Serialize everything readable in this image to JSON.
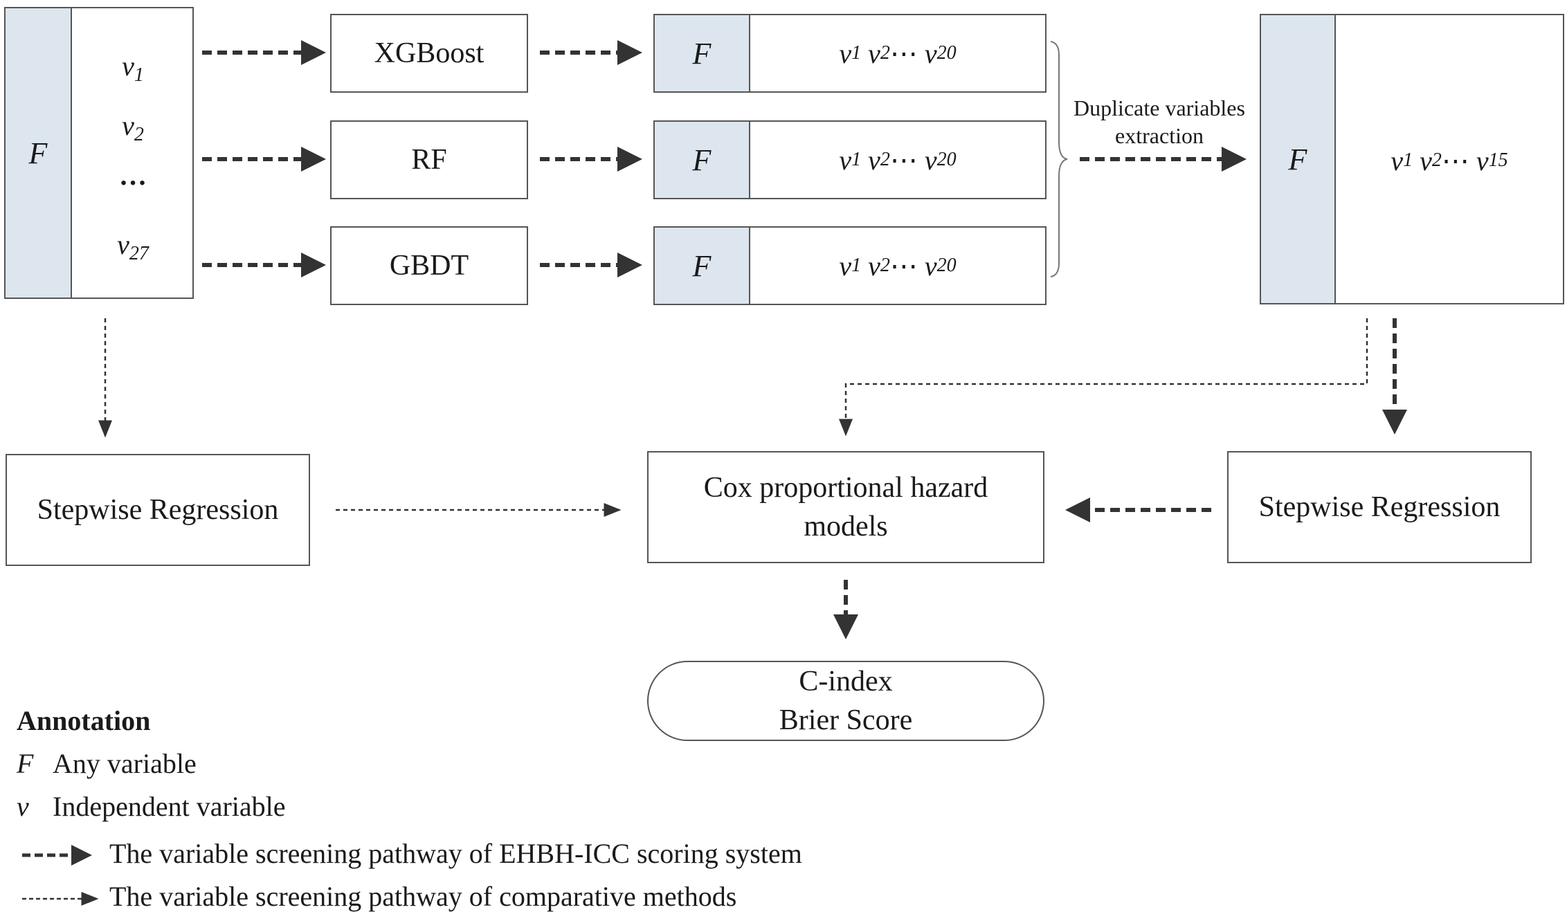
{
  "input_block": {
    "f_label": "F",
    "v1": "v",
    "v1_sub": "1",
    "v2": "v",
    "v2_sub": "2",
    "ellipsis": "…",
    "v27": "v",
    "v27_sub": "27"
  },
  "models": [
    {
      "label": "XGBoost"
    },
    {
      "label": "RF"
    },
    {
      "label": "GBDT"
    }
  ],
  "model_outputs": [
    {
      "f_label": "F",
      "vars": [
        {
          "v": "v",
          "sub": "1"
        },
        {
          "v": "v",
          "sub": "2"
        }
      ],
      "dots": "⋯",
      "last": {
        "v": "v",
        "sub": "20"
      }
    },
    {
      "f_label": "F",
      "vars": [
        {
          "v": "v",
          "sub": "1"
        },
        {
          "v": "v",
          "sub": "2"
        }
      ],
      "dots": "⋯",
      "last": {
        "v": "v",
        "sub": "20"
      }
    },
    {
      "f_label": "F",
      "vars": [
        {
          "v": "v",
          "sub": "1"
        },
        {
          "v": "v",
          "sub": "2"
        }
      ],
      "dots": "⋯",
      "last": {
        "v": "v",
        "sub": "20"
      }
    }
  ],
  "extraction_label_line1": "Duplicate variables",
  "extraction_label_line2": "extraction",
  "merged_block": {
    "f_label": "F",
    "vars": [
      {
        "v": "v",
        "sub": "1"
      },
      {
        "v": "v",
        "sub": "2"
      }
    ],
    "dots": "⋯",
    "last": {
      "v": "v",
      "sub": "15"
    }
  },
  "stepwise_left": "Stepwise Regression",
  "stepwise_right": "Stepwise Regression",
  "cox_line1": "Cox proportional hazard",
  "cox_line2": "models",
  "metrics_line1": "C-index",
  "metrics_line2": "Brier Score",
  "annotation": {
    "title": "Annotation",
    "f_symbol": "F",
    "f_desc": "Any variable",
    "v_symbol": "v",
    "v_desc": "Independent variable",
    "thick_desc": "The variable screening pathway of EHBH-ICC scoring system",
    "thin_desc": "The variable screening pathway of comparative methods"
  }
}
